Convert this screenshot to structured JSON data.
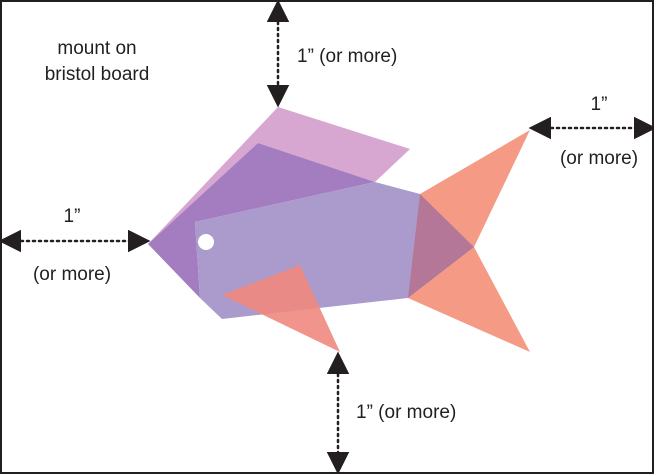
{
  "labels": {
    "mount_line1": "mount on",
    "mount_line2": "bristol board",
    "top_margin": "1” (or more)",
    "right_margin_line1": "1”",
    "right_margin_line2": "(or more)",
    "left_margin_line1": "1”",
    "left_margin_line2": "(or more)",
    "bottom_margin": "1” (or more)"
  },
  "colors": {
    "border": "#231f20",
    "arrow": "#231f20",
    "top_fin": "#d7a7d2",
    "head_overlap": "#a47cc0",
    "body": "#aa9bcc",
    "tail": "#f59a84",
    "tail_overlap": "#b57797",
    "bottom_fin": "#f0887e",
    "eye": "#ffffff"
  }
}
